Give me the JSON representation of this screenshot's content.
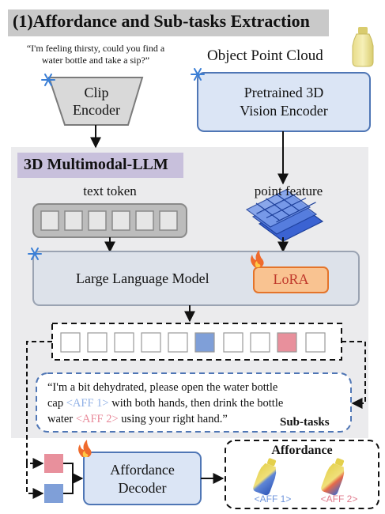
{
  "header": {
    "title": "(1)Affordance and Sub-tasks Extraction"
  },
  "input": {
    "prompt_line1": "“I'm feeling thirsty, could you find a",
    "prompt_line2": "water bottle and take a sip?”",
    "object_label": "Object Point Cloud"
  },
  "encoders": {
    "clip_line1": "Clip",
    "clip_line2": "Encoder",
    "vision_line1": "Pretrained 3D",
    "vision_line2": "Vision Encoder"
  },
  "llm_block": {
    "title": "3D Multimodal-LLM",
    "text_token_label": "text token",
    "point_feature_label": "point feature",
    "llm_label": "Large Language Model",
    "lora_label": "LoRA"
  },
  "subtasks": {
    "line1": "“I'm a bit dehydrated,  please open the water bottle",
    "line2_a": "cap ",
    "aff1_token": "<AFF 1>",
    "line2_b": " with both hands, then drink the bottle",
    "line3_a": "water  ",
    "aff2_token": "<AFF 2>",
    "line3_b": " using your right hand.”",
    "label": "Sub-tasks"
  },
  "decoder": {
    "line1": "Affordance",
    "line2": "Decoder"
  },
  "affordance": {
    "title": "Affordance",
    "aff1": "<AFF 1>",
    "aff2": "<AFF 2>"
  },
  "colors": {
    "header_bg": "#c9c9c9",
    "panel_bg": "#ebebed",
    "llm_title_bg": "#c8c0dc",
    "encoder_fill": "#dbe5f5",
    "encoder_stroke": "#4f76b5",
    "lora_fill": "#f9c391",
    "lora_stroke": "#e4742a",
    "aff1_color": "#8fb0e6",
    "aff2_color": "#e88a9a",
    "blue_token": "#7f9fd8",
    "pink_token": "#e8909c",
    "snowflake": "#3b7fd6",
    "fire": "#ef6a2c"
  },
  "icons": [
    "snowflake-icon",
    "fire-icon",
    "water-bottle-icon"
  ]
}
